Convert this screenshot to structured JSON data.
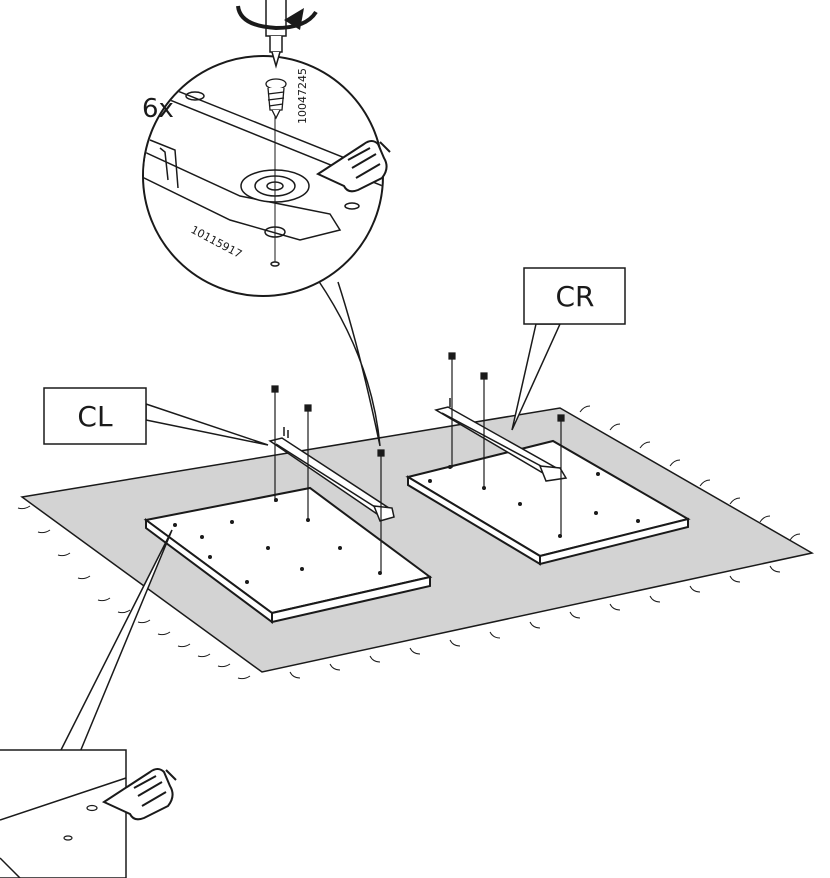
{
  "labels": {
    "cl": "CL",
    "cr": "CR",
    "quantity": "6x",
    "screw_part_number": "10047245",
    "bracket_part_number": "10115917"
  },
  "colors": {
    "ink": "#1a1a1a",
    "rug": "#d3d3d3",
    "panel": "#ffffff",
    "background": "#ffffff"
  },
  "icons": [
    "screwdriver-icon",
    "rotation-arrow-icon",
    "pointing-hand-icon",
    "screw-icon"
  ]
}
